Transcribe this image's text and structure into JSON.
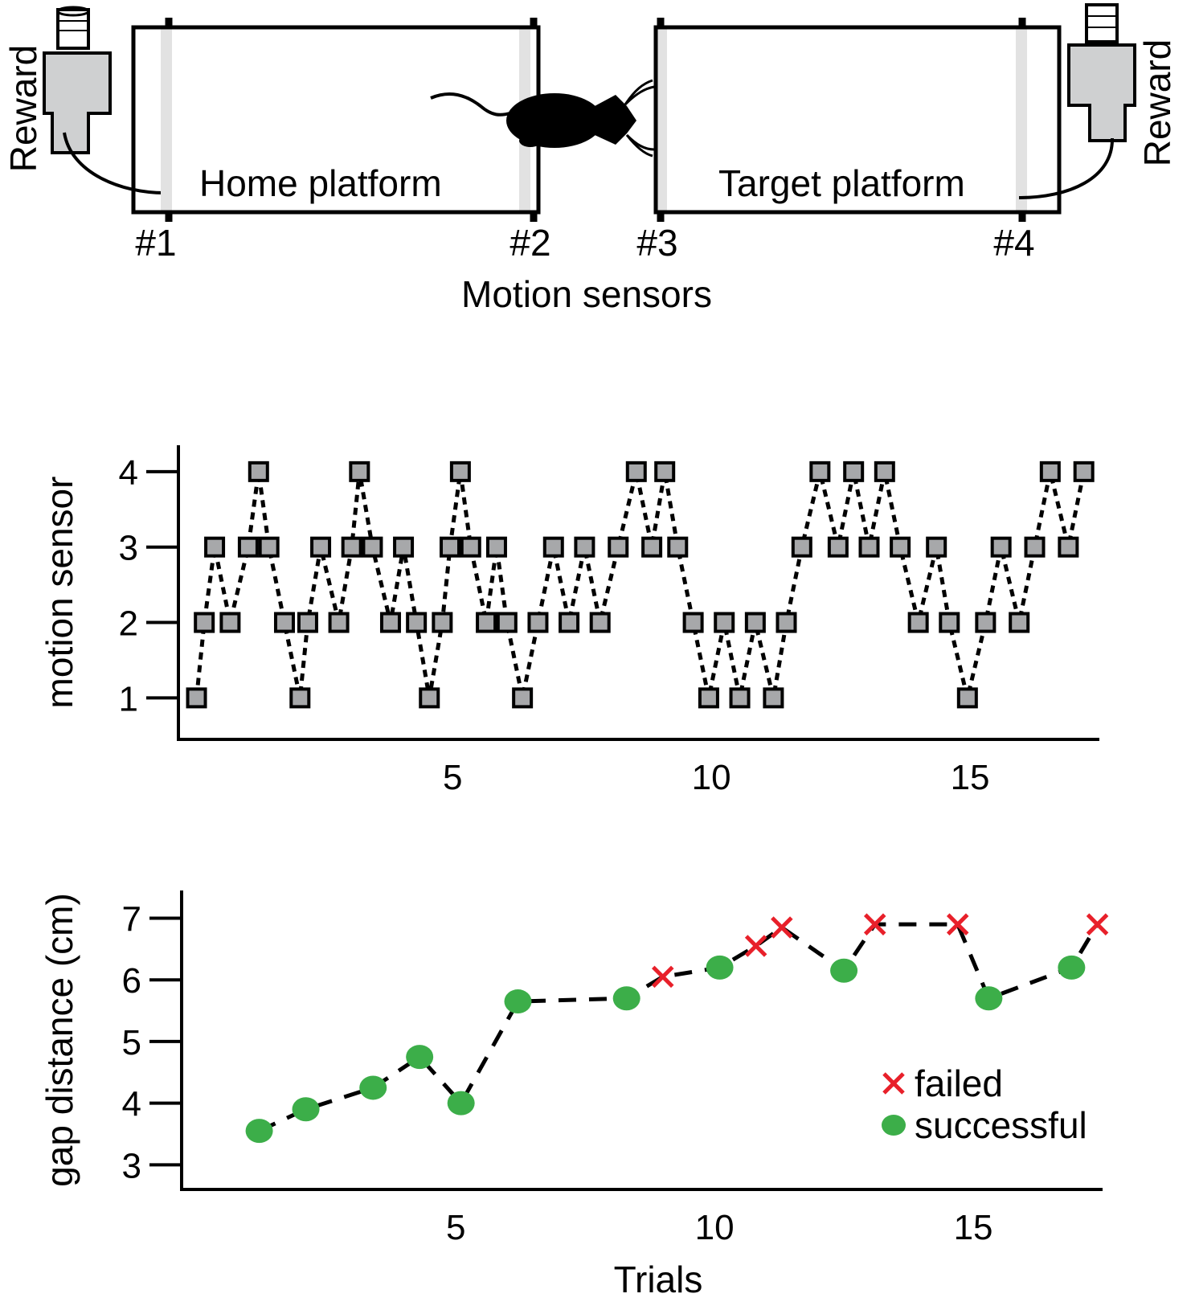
{
  "schematic": {
    "home_label": "Home platform",
    "target_label": "Target platform",
    "sensor_labels": [
      "#1",
      "#2",
      "#3",
      "#4"
    ],
    "sensors_title": "Motion sensors",
    "reward_left": "Reward",
    "reward_right": "Reward"
  },
  "chart_data": [
    {
      "type": "line",
      "ylabel": "motion sensor",
      "xlabel": "",
      "xticks": [
        5,
        10,
        15
      ],
      "yticks": [
        1,
        2,
        3,
        4
      ],
      "xlim": [
        -0.3,
        17.5
      ],
      "ylim": [
        0.45,
        4.35
      ],
      "marker": "square",
      "line_style": "dotted",
      "series": [
        {
          "x": [
            0.05,
            0.2,
            0.4,
            0.7,
            1.05,
            1.25,
            1.45,
            1.75,
            2.05,
            2.2,
            2.45,
            2.8,
            3.05,
            3.2,
            3.45,
            3.8,
            4.05,
            4.3,
            4.55,
            4.8,
            4.95,
            5.15,
            5.35,
            5.65,
            5.85,
            6.05,
            6.35,
            6.65,
            6.95,
            7.25,
            7.55,
            7.85,
            8.2,
            8.55,
            8.85,
            9.1,
            9.35,
            9.65,
            9.95,
            10.25,
            10.55,
            10.85,
            11.2,
            11.45,
            11.75,
            12.1,
            12.45,
            12.75,
            13.05,
            13.35,
            13.65,
            14.0,
            14.35,
            14.6,
            14.95,
            15.3,
            15.6,
            15.95,
            16.25,
            16.55,
            16.9,
            17.2
          ],
          "y": [
            1,
            2,
            3,
            2,
            3,
            4,
            3,
            2,
            1,
            2,
            3,
            2,
            3,
            4,
            3,
            2,
            3,
            2,
            1,
            2,
            3,
            4,
            3,
            2,
            3,
            2,
            1,
            2,
            3,
            2,
            3,
            2,
            3,
            4,
            3,
            4,
            3,
            2,
            1,
            2,
            1,
            2,
            1,
            2,
            3,
            4,
            3,
            4,
            3,
            4,
            3,
            2,
            3,
            2,
            1,
            2,
            3,
            2,
            3,
            4,
            3,
            4
          ]
        }
      ]
    },
    {
      "type": "line",
      "ylabel": "gap distance (cm)",
      "xlabel": "Trials",
      "xticks": [
        5,
        10,
        15
      ],
      "yticks": [
        3,
        4,
        5,
        6,
        7
      ],
      "xlim": [
        -0.3,
        17.5
      ],
      "ylim": [
        2.6,
        7.45
      ],
      "line_style": "dashed",
      "legend": {
        "placement": "lower-right",
        "entries": [
          "failed",
          "successful"
        ]
      },
      "series": [
        {
          "name": "trials",
          "x": [
            1.2,
            2.1,
            3.4,
            4.3,
            5.1,
            6.2,
            8.3,
            9.0,
            10.1,
            10.8,
            11.3,
            12.5,
            13.1,
            14.7,
            15.3,
            16.9,
            17.4
          ],
          "y": [
            3.55,
            3.9,
            4.25,
            4.75,
            4.0,
            5.65,
            5.7,
            6.05,
            6.2,
            6.55,
            6.85,
            6.15,
            6.9,
            6.9,
            5.7,
            6.2,
            6.9
          ],
          "outcome": [
            "successful",
            "successful",
            "successful",
            "successful",
            "successful",
            "successful",
            "successful",
            "failed",
            "successful",
            "failed",
            "failed",
            "successful",
            "failed",
            "failed",
            "successful",
            "successful",
            "failed"
          ]
        }
      ]
    }
  ],
  "colors": {
    "failed": "#e8202a",
    "successful": "#3cae49",
    "sensor_marker_fill": "#a7a8aa",
    "sensor_strip": "#e2e2e2",
    "reward_fill": "#cfd0d1"
  }
}
